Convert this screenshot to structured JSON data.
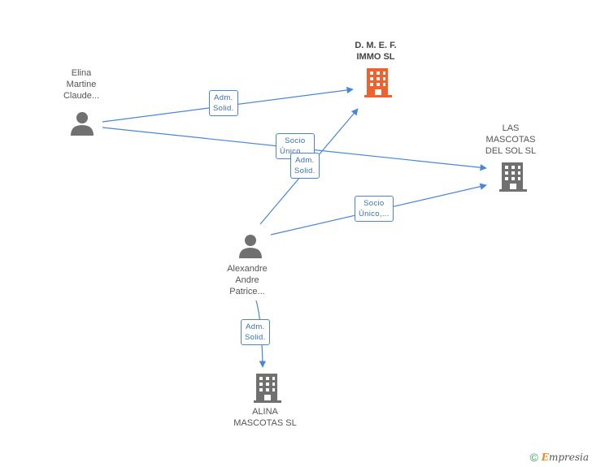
{
  "nodes": {
    "dmef": {
      "lines": [
        "D.  M. E. F.",
        "IMMO SL"
      ],
      "type": "company",
      "color": "#f0622d",
      "icon": "building-icon"
    },
    "las_mascotas": {
      "lines": [
        "LAS",
        "MASCOTAS",
        "DEL SOL SL"
      ],
      "type": "company",
      "color": "#707070",
      "icon": "building-icon"
    },
    "alina": {
      "lines": [
        "ALINA",
        "MASCOTAS  SL"
      ],
      "type": "company",
      "color": "#707070",
      "icon": "building-icon"
    },
    "elina": {
      "lines": [
        "Elina",
        "Martine",
        "Claude..."
      ],
      "type": "person",
      "color": "#707070",
      "icon": "person-icon"
    },
    "alexandre": {
      "lines": [
        "Alexandre",
        "Andre",
        "Patrice..."
      ],
      "type": "person",
      "color": "#707070",
      "icon": "person-icon"
    }
  },
  "edges": [
    {
      "from": "elina",
      "to": "dmef",
      "label": [
        "Adm.",
        "Solid."
      ]
    },
    {
      "from": "elina",
      "to": "las_mascotas",
      "label": [
        "Socio",
        "Único,..."
      ]
    },
    {
      "from": "alexandre",
      "to": "dmef",
      "label": [
        "Adm.",
        "Solid."
      ]
    },
    {
      "from": "alexandre",
      "to": "las_mascotas",
      "label": [
        "Socio",
        "Único,..."
      ]
    },
    {
      "from": "alexandre",
      "to": "alina",
      "label": [
        "Adm.",
        "Solid."
      ]
    }
  ],
  "colors": {
    "edge": "#4a86d8",
    "badge_text": "#3b6fb5"
  },
  "footer": {
    "copyright": "©",
    "brand_initial": "E",
    "brand_rest": "mpresia"
  }
}
